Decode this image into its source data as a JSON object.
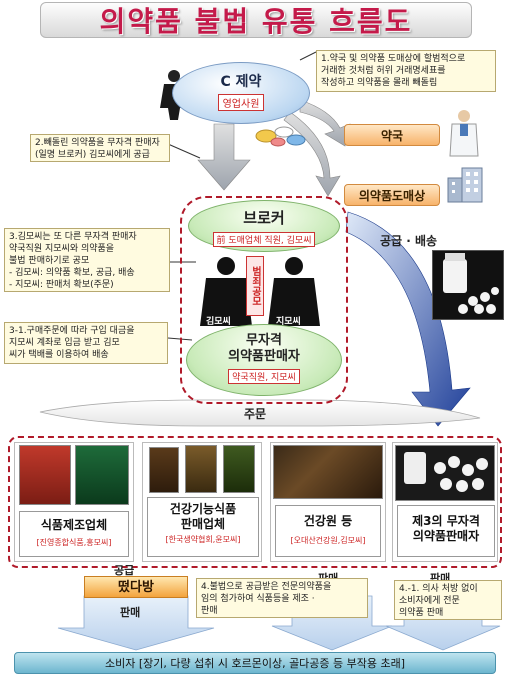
{
  "title": "의약품 불법 유통 흐름도",
  "c_company": {
    "name": "C 제약",
    "role": "영업사원"
  },
  "notes": {
    "n1": "1.약국 및 의약품 도매상에 할범적으로\n거래한 것처럼 허위 거래명세표를\n작성하고 의약품을 몰래 빼돌림",
    "n2": "2.빼돌린 의약품을 무자격 판매자\n(일명 브로커) 김모씨에게 공급",
    "n3": "3.김모씨는 또 다른 무자격 판매자\n약국직원 지모씨와 의약품을\n불법 판매하기로 공모\n- 김모씨: 의약품 확보, 공급, 배송\n- 지모씨: 판매처 확보(주문)",
    "n31": "3-1.구매주문에 따라 구입 대금을\n지모씨 계좌로 입금 받고 김모\n씨가 택배를 이용하여 배송",
    "n4": "4.불법으로 공급받은 전문의약품을\n임의 첨가하여 식품등을 제조 ·\n판매",
    "n41": "4.-1. 의사 처방 없이\n소비자에게 전문\n의약품 판매"
  },
  "pharmacy": "약국",
  "wholesaler": "의약품도매상",
  "broker": {
    "name": "브로커",
    "detail": "前 도매업체 직원, 김모씨"
  },
  "conspiracy": "범죄공모",
  "person_labels": [
    "김모씨",
    "지모씨"
  ],
  "unlicensed_seller": {
    "name": "무자격\n의약품판매자",
    "detail": "약국직원, 지모씨"
  },
  "supply_delivery": "공급 · 배송",
  "order": "주문",
  "categories": [
    {
      "name": "식품제조업체",
      "detail": "[진영종합식품,홍모씨]"
    },
    {
      "name": "건강기능식품\n판매업체",
      "detail": "[한국생약협회,윤모씨]"
    },
    {
      "name": "건강원 등",
      "detail": "[오대산건강원,김모씨]"
    },
    {
      "name": "제3의 무자격\n의약품판매자",
      "detail": ""
    }
  ],
  "supply_label": "공급",
  "pill_shop": "떴다방",
  "sale_labels": [
    "판매",
    "판매",
    "판매"
  ],
  "consumer": "소비자 [장기, 다량 섭취 시 호르몬이상, 골다공증 등 부작용 초래]"
}
